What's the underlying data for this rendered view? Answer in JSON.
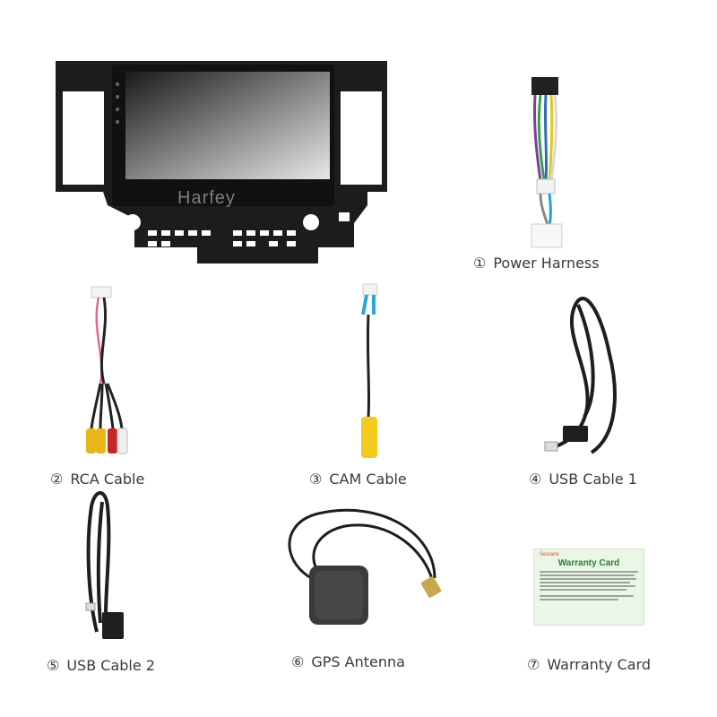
{
  "head_unit": {
    "watermark": "Harfey"
  },
  "captions": [
    {
      "num": "①",
      "label": "Power Harness"
    },
    {
      "num": "②",
      "label": "RCA Cable"
    },
    {
      "num": "③",
      "label": "CAM Cable"
    },
    {
      "num": "④",
      "label": "USB Cable 1"
    },
    {
      "num": "⑤",
      "label": "USB Cable 2"
    },
    {
      "num": "⑥",
      "label": "GPS Antenna"
    },
    {
      "num": "⑦",
      "label": "Warranty Card"
    }
  ],
  "warranty_card": {
    "brand": "Seicane",
    "title": "Warranty Card"
  },
  "colors": {
    "frame": "#1c1c1e",
    "caption": "#3a3a3a",
    "card_bg": "#eaf6e6",
    "card_title": "#2e7d32"
  }
}
